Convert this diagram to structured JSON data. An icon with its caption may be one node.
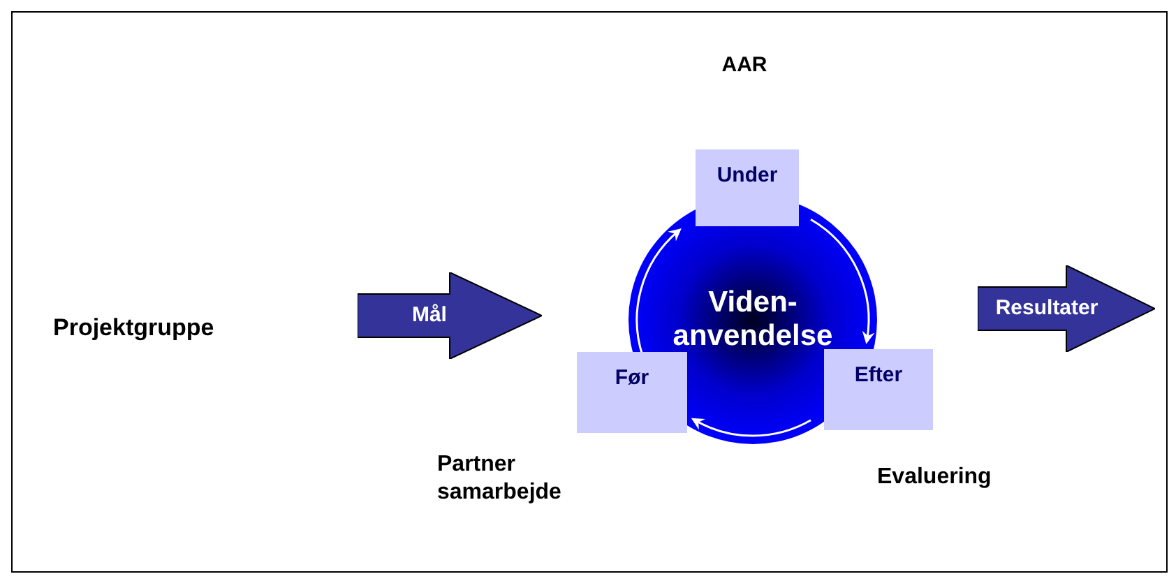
{
  "diagram": {
    "nodes": [
      {
        "text": [
          "Mål"
        ]
      },
      {
        "text": [
          "Viden-anvendelse"
        ]
      },
      {
        "text": [
          "Under"
        ]
      },
      {
        "text": [
          "Før"
        ]
      },
      {
        "text": [
          "Efter"
        ]
      },
      {
        "text": [
          "Resultater"
        ]
      }
    ],
    "labels": [
      "AAR",
      "Projektgruppe",
      "Partner samarbejde",
      "Evaluering"
    ]
  }
}
